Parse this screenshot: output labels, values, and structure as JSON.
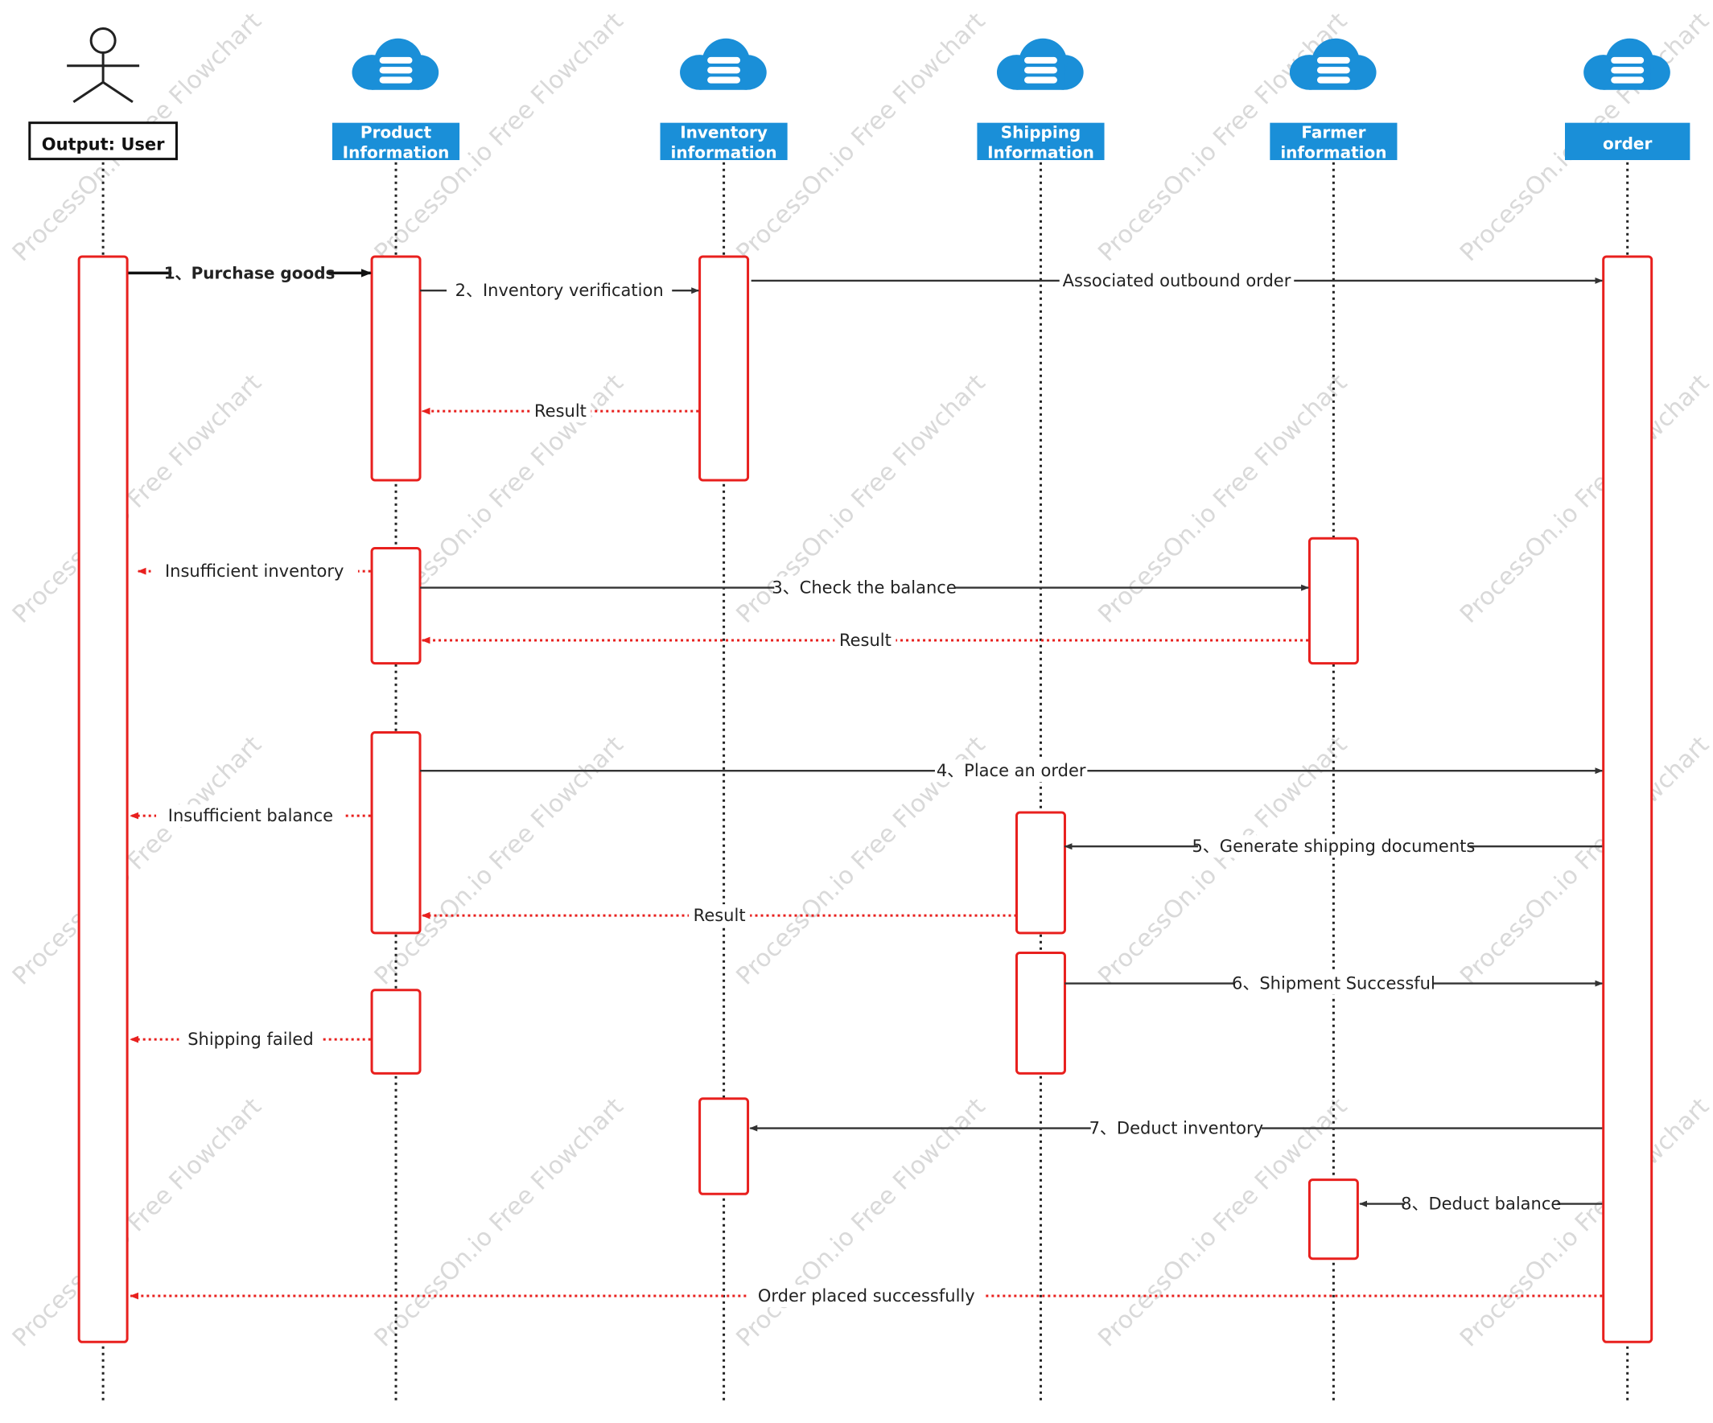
{
  "diagram": {
    "colors": {
      "header_fill": "#1a8fd8",
      "header_text": "#ffffff",
      "cloud": "#1a8fd8",
      "activation_border": "#e8201e",
      "sync_line": "#333333",
      "return_line": "#e8201e",
      "lifeline": "#222222",
      "watermark": "#d9d9d9"
    },
    "watermark": "ProcessOn.io Free Flowchart",
    "participants": [
      {
        "id": "user",
        "type": "actor",
        "icon": "stick-figure-icon",
        "label_lines": [
          "Output: User"
        ]
      },
      {
        "id": "product",
        "type": "database",
        "icon": "cloud-database-icon",
        "label_lines": [
          "Product",
          "Information"
        ]
      },
      {
        "id": "inventory",
        "type": "database",
        "icon": "cloud-database-icon",
        "label_lines": [
          "Inventory",
          "information"
        ]
      },
      {
        "id": "shipping",
        "type": "database",
        "icon": "cloud-database-icon",
        "label_lines": [
          "Shipping",
          "Information"
        ]
      },
      {
        "id": "farmer",
        "type": "database",
        "icon": "cloud-database-icon",
        "label_lines": [
          "Farmer",
          "information"
        ]
      },
      {
        "id": "order",
        "type": "database",
        "icon": "cloud-database-icon",
        "label_lines": [
          "order"
        ]
      }
    ],
    "messages": [
      {
        "from": "user",
        "to": "product",
        "label": "1、Purchase goods",
        "style": "sync",
        "bold": true
      },
      {
        "from": "product",
        "to": "inventory",
        "label": "2、Inventory verification",
        "style": "sync"
      },
      {
        "from": "inventory",
        "to": "order",
        "label": "Associated outbound order",
        "style": "sync"
      },
      {
        "from": "inventory",
        "to": "product",
        "label": "Result",
        "style": "return"
      },
      {
        "from": "product",
        "to": "user",
        "label": "Insufficient inventory",
        "style": "return"
      },
      {
        "from": "product",
        "to": "farmer",
        "label": "3、Check the balance",
        "style": "sync"
      },
      {
        "from": "farmer",
        "to": "product",
        "label": "Result",
        "style": "return"
      },
      {
        "from": "product",
        "to": "order",
        "label": "4、Place an order",
        "style": "sync"
      },
      {
        "from": "product",
        "to": "user",
        "label": "Insufficient balance",
        "style": "return"
      },
      {
        "from": "order",
        "to": "shipping",
        "label": "5、Generate shipping documents",
        "style": "sync"
      },
      {
        "from": "shipping",
        "to": "product",
        "label": "Result",
        "style": "return"
      },
      {
        "from": "shipping",
        "to": "order",
        "label": "6、Shipment Successful",
        "style": "sync"
      },
      {
        "from": "product",
        "to": "user",
        "label": "Shipping failed",
        "style": "return"
      },
      {
        "from": "order",
        "to": "inventory",
        "label": "7、Deduct inventory",
        "style": "sync"
      },
      {
        "from": "order",
        "to": "farmer",
        "label": "8、Deduct balance",
        "style": "sync"
      },
      {
        "from": "order",
        "to": "user",
        "label": "Order placed successfully",
        "style": "return"
      }
    ]
  }
}
